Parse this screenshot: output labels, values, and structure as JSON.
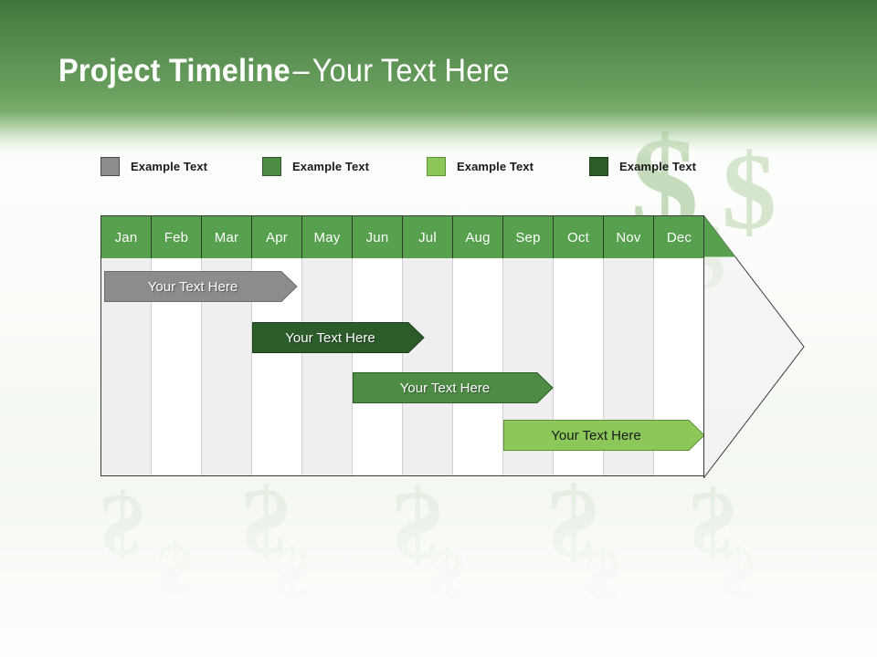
{
  "slide": {
    "title_strong": "Project Timeline",
    "title_dash": "–",
    "title_light": "Your Text Here"
  },
  "legend": {
    "items": [
      {
        "label": "Example Text",
        "color": "#8c8c8c",
        "border": "#4a4a4a",
        "swatch_name": "legend-swatch-gray"
      },
      {
        "label": "Example Text",
        "color": "#4e8c46",
        "border": "#2f5a2a",
        "swatch_name": "legend-swatch-green"
      },
      {
        "label": "Example Text",
        "color": "#8cc759",
        "border": "#5e8f39",
        "swatch_name": "legend-swatch-light-green"
      },
      {
        "label": "Example Text",
        "color": "#2c5c2a",
        "border": "#1e3f1c",
        "swatch_name": "legend-swatch-dark-green"
      }
    ]
  },
  "chart_data": {
    "type": "bar",
    "title": "Project Timeline – Your Text Here",
    "xlabel": "",
    "ylabel": "",
    "grid": true,
    "legend_position": "top",
    "categories": [
      "Jan",
      "Feb",
      "Mar",
      "Apr",
      "May",
      "Jun",
      "Jul",
      "Aug",
      "Sep",
      "Oct",
      "Nov",
      "Dec"
    ],
    "series": [
      {
        "name": "Example Text",
        "label": "Your  Text Here",
        "color": "#8c8c8c",
        "border": "#6e6e6e",
        "text_color": "#ffffff",
        "start_month": "Jan",
        "end_month": "Apr",
        "start_index": 0,
        "span": 3.8
      },
      {
        "name": "Example Text",
        "label": "Your  Text Here",
        "color": "#2c5c2a",
        "border": "#1e3f1c",
        "text_color": "#ffffff",
        "start_month": "Apr",
        "end_month": "Jun",
        "start_index": 3,
        "span": 3.4
      },
      {
        "name": "Example Text",
        "label": "Your  Text Here",
        "color": "#4e8c46",
        "border": "#2f5a2a",
        "text_color": "#ffffff",
        "start_month": "Jun",
        "end_month": "Sep",
        "start_index": 5,
        "span": 4.0
      },
      {
        "name": "Example Text",
        "label": "Your  Text Here",
        "color": "#8cc759",
        "border": "#5e8f39",
        "text_color": "#1b1b1b",
        "start_month": "Sep",
        "end_month": "Dec",
        "start_index": 8,
        "span": 4.0
      }
    ],
    "month_header": {
      "fill": "#56a04e",
      "text_color": "#ffffff",
      "border": "#2f3a2c"
    },
    "arrowhead": {
      "name": "timeline-arrowhead",
      "fill": "#f0f0f0",
      "stroke": "#3a3a3a"
    }
  },
  "theme": {
    "banner_top": "#3e7438",
    "banner_bottom": "#79ad6c",
    "background": "#ffffff",
    "accent": "#56a04e"
  },
  "watermark": {
    "glyph": "$"
  }
}
